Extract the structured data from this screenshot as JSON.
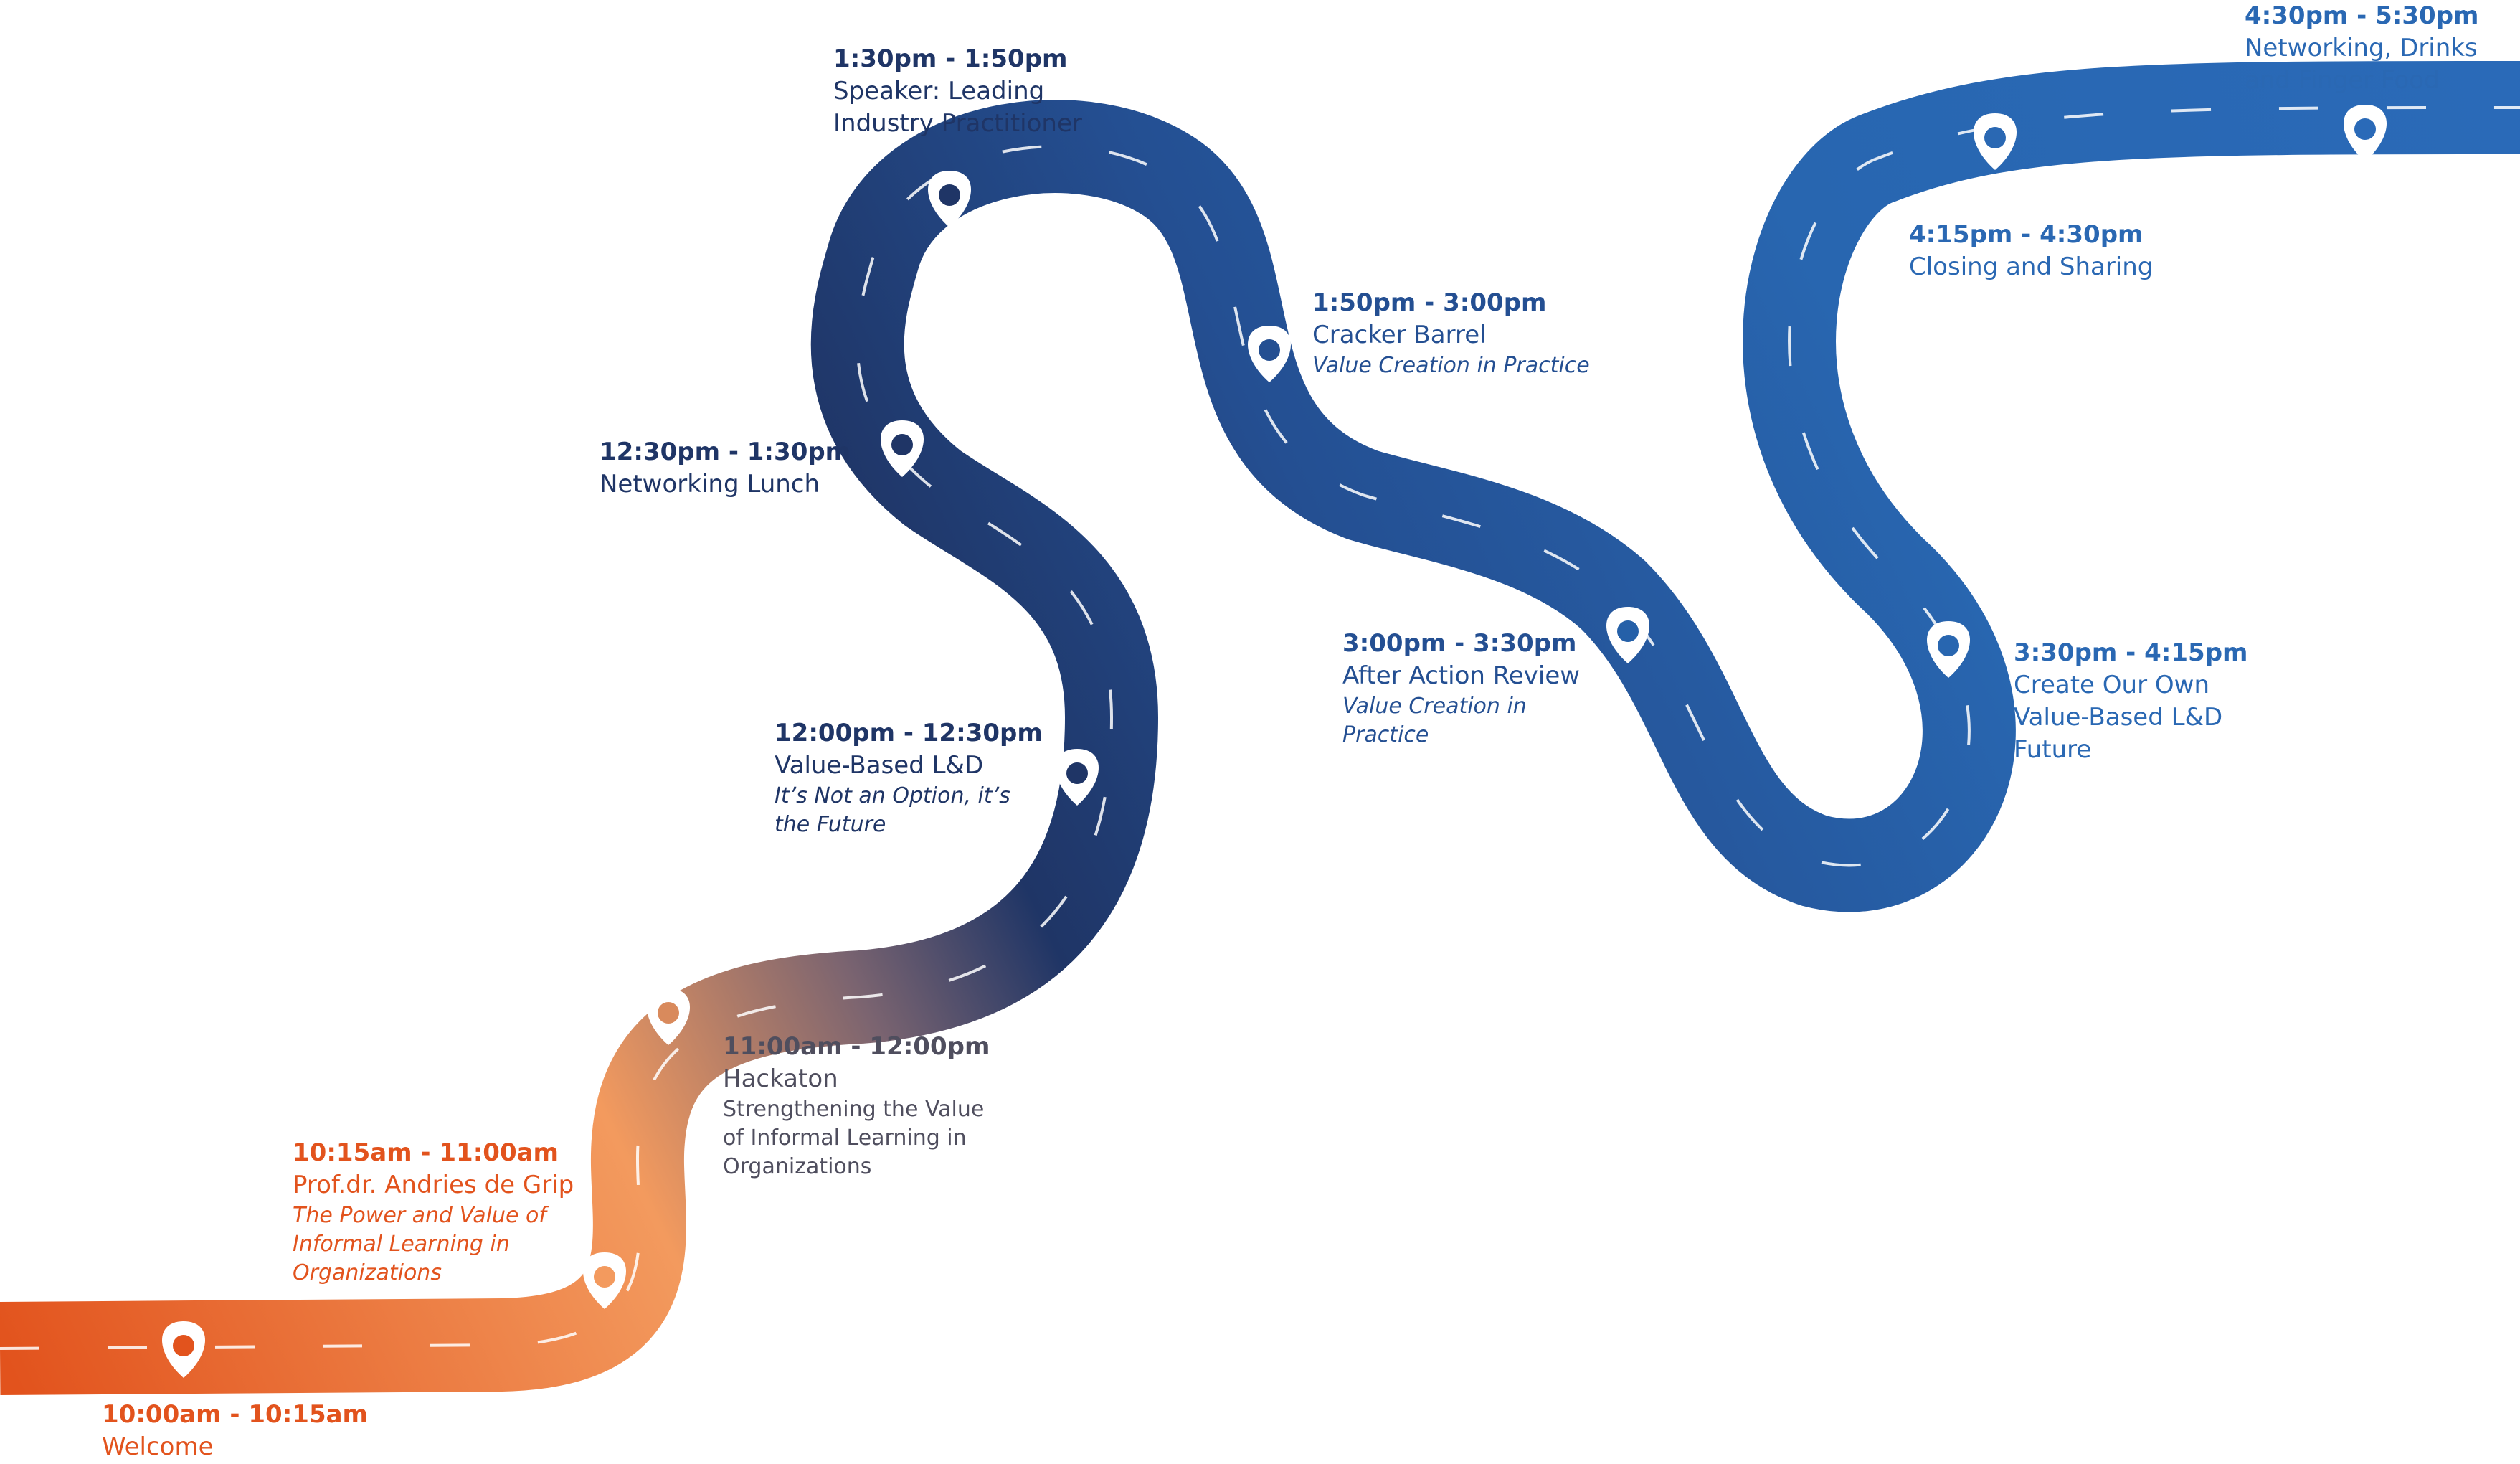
{
  "colors": {
    "orange": "#e2531d",
    "light_orange": "#f39a5e",
    "navy": "#1f3566",
    "mid_blue": "#244f92",
    "blue": "#2a68b3",
    "grey": "#4f4e5e"
  },
  "marker_icon": "map-pin-icon",
  "timeline": [
    {
      "time": "10:00am - 10:15am",
      "title": "Welcome",
      "subtitle": ""
    },
    {
      "time": "10:15am - 11:00am",
      "title": "Prof.dr. Andries de Grip",
      "subtitle": "The Power and Value of Informal Learning in Organizations"
    },
    {
      "time": "11:00am - 12:00pm",
      "title": "Hackaton",
      "subtitle": "Strengthening the Value of Informal Learning in Organizations"
    },
    {
      "time": "12:00pm - 12:30pm",
      "title": "Value-Based L&D",
      "subtitle": "It’s Not an Option, it’s the Future"
    },
    {
      "time": "12:30pm - 1:30pm",
      "title": "Networking Lunch",
      "subtitle": ""
    },
    {
      "time": "1:30pm - 1:50pm",
      "title": "Speaker: Leading Industry Practitioner",
      "subtitle": ""
    },
    {
      "time": "1:50pm - 3:00pm",
      "title": "Cracker Barrel",
      "subtitle": "Value Creation in Practice"
    },
    {
      "time": "3:00pm - 3:30pm",
      "title": "After Action Review",
      "subtitle": "Value Creation in Practice"
    },
    {
      "time": "3:30pm - 4:15pm",
      "title": "Create Our Own Value-Based L&D Future",
      "subtitle": ""
    },
    {
      "time": "4:15pm - 4:30pm",
      "title": "Closing and Sharing",
      "subtitle": ""
    },
    {
      "time": "4:30pm - 5:30pm",
      "title": "Networking, Drinks and Finger Food",
      "subtitle": ""
    }
  ]
}
